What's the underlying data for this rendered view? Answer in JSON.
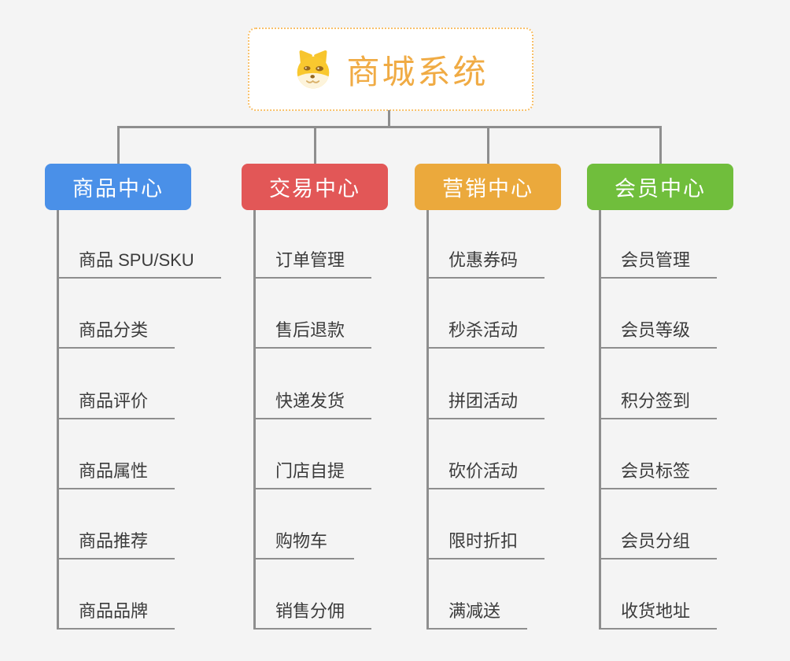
{
  "root": {
    "title": "商城系统",
    "icon": "doge-icon",
    "title_color": "#F0AB44",
    "border_color": "#F8C06A",
    "background": "#FFFFFF"
  },
  "branches": [
    {
      "label": "商品中心",
      "color": "#4A90E8",
      "children": [
        "商品 SPU/SKU",
        "商品分类",
        "商品评价",
        "商品属性",
        "商品推荐",
        "商品品牌"
      ]
    },
    {
      "label": "交易中心",
      "color": "#E25757",
      "children": [
        "订单管理",
        "售后退款",
        "快递发货",
        "门店自提",
        "购物车",
        "销售分佣"
      ]
    },
    {
      "label": "营销中心",
      "color": "#EBA93C",
      "children": [
        "优惠券码",
        "秒杀活动",
        "拼团活动",
        "砍价活动",
        "限时折扣",
        "满减送"
      ]
    },
    {
      "label": "会员中心",
      "color": "#70BE3C",
      "children": [
        "会员管理",
        "会员等级",
        "积分签到",
        "会员标签",
        "会员分组",
        "收货地址"
      ]
    }
  ],
  "connector_color": "#8E8E8E",
  "canvas_background": "#F4F4F4",
  "leaf_text_color": "#3B3B3B"
}
